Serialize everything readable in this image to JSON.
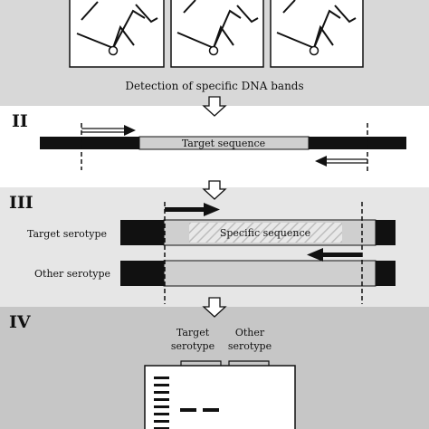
{
  "colors": {
    "panel_i_bg": "#d8d8d8",
    "panel_ii_bg": "#ffffff",
    "panel_iii_bg": "#e6e6e6",
    "panel_iv_bg": "#c6c6c6",
    "flank_dark": "#111111",
    "target_fill": "#cfcfcf",
    "specific_hatch": "#bdbdbd",
    "primer_forward": "#111111",
    "primer_reverse": "#111111"
  },
  "panel_i": {
    "caption": "Detection of specific DNA bands",
    "thumbnails": [
      {
        "icon": "band-trace-icon"
      },
      {
        "icon": "band-trace-icon"
      },
      {
        "icon": "band-trace-icon"
      }
    ]
  },
  "panel_ii": {
    "numeral": "II",
    "target_label": "Target sequence"
  },
  "panel_iii": {
    "numeral": "III",
    "target_serotype_label": "Target serotype",
    "specific_label": "Specific sequence",
    "other_serotype_label": "Other serotype"
  },
  "panel_iv": {
    "numeral": "IV",
    "lane_target_line1": "Target",
    "lane_target_line2": "serotype",
    "lane_other_line1": "Other",
    "lane_other_line2": "serotype"
  },
  "flow_arrows": [
    {
      "icon": "down-arrow-icon"
    },
    {
      "icon": "down-arrow-icon"
    },
    {
      "icon": "down-arrow-icon"
    }
  ]
}
